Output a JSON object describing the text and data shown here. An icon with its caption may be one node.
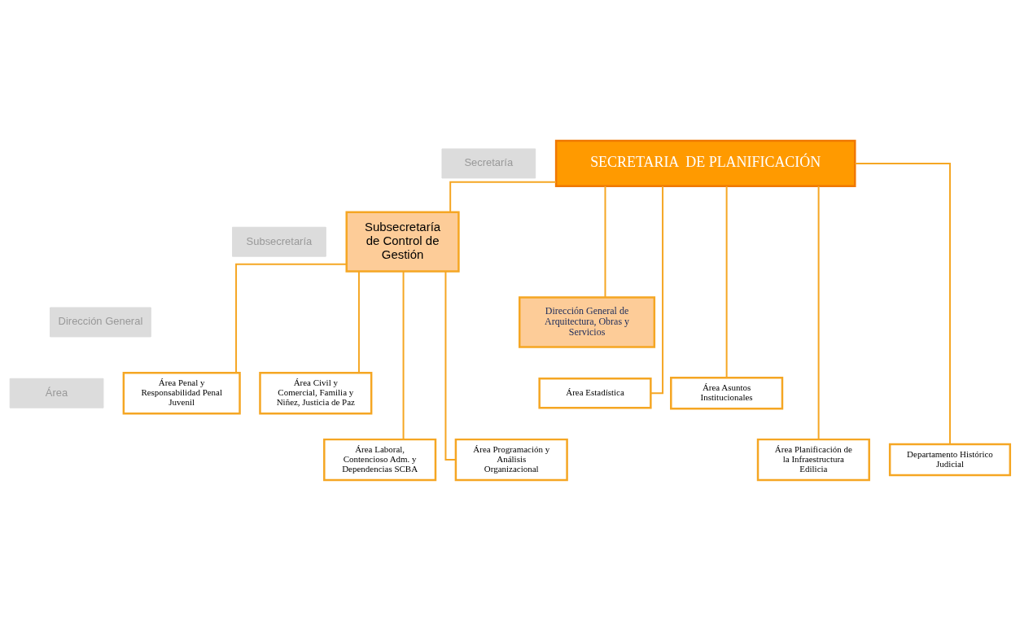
{
  "diagram": {
    "nodes": [
      {
        "text": [
          "Secretaría"
        ]
      },
      {
        "text": [
          "Subsecretaría"
        ]
      },
      {
        "text": [
          "Dirección General"
        ]
      },
      {
        "text": [
          "Área"
        ]
      },
      {
        "text": [
          "SECRETARIA  DE PLANIFICACIÓN"
        ]
      },
      {
        "text": [
          "Subsecretaría de Control de Gestión"
        ]
      },
      {
        "text": [
          "Dirección General de Arquitectura, Obras y Servicios"
        ]
      },
      {
        "text": [
          "Área Penal y Responsabilidad Penal Juvenil"
        ]
      },
      {
        "text": [
          "Área Civil y Comercial, Familia y Niñez, Justicia de Paz"
        ]
      },
      {
        "text": [
          "Área Estadística"
        ]
      },
      {
        "text": [
          "Área Asuntos Institucionales"
        ]
      },
      {
        "text": [
          "Área Laboral, Contencioso Adm. y Dependencias SCBA"
        ]
      },
      {
        "text": [
          "Área Programación y Análisis Organizacional"
        ]
      },
      {
        "text": [
          "Área Planificación de la Infraestructura Edilicia"
        ]
      },
      {
        "text": [
          "Departamento Histórico Judicial"
        ]
      }
    ],
    "edges": [
      {
        "from": 4,
        "to": 5,
        "arrow": "none"
      },
      {
        "from": 4,
        "to": 6,
        "arrow": "none"
      },
      {
        "from": 4,
        "to": 9,
        "arrow": "none"
      },
      {
        "from": 4,
        "to": 10,
        "arrow": "none"
      },
      {
        "from": 4,
        "to": 13,
        "arrow": "none"
      },
      {
        "from": 4,
        "to": 14,
        "arrow": "none"
      },
      {
        "from": 5,
        "to": 7,
        "arrow": "none"
      },
      {
        "from": 5,
        "to": 8,
        "arrow": "none"
      },
      {
        "from": 5,
        "to": 11,
        "arrow": "none"
      },
      {
        "from": 5,
        "to": 12,
        "arrow": "none"
      }
    ]
  }
}
